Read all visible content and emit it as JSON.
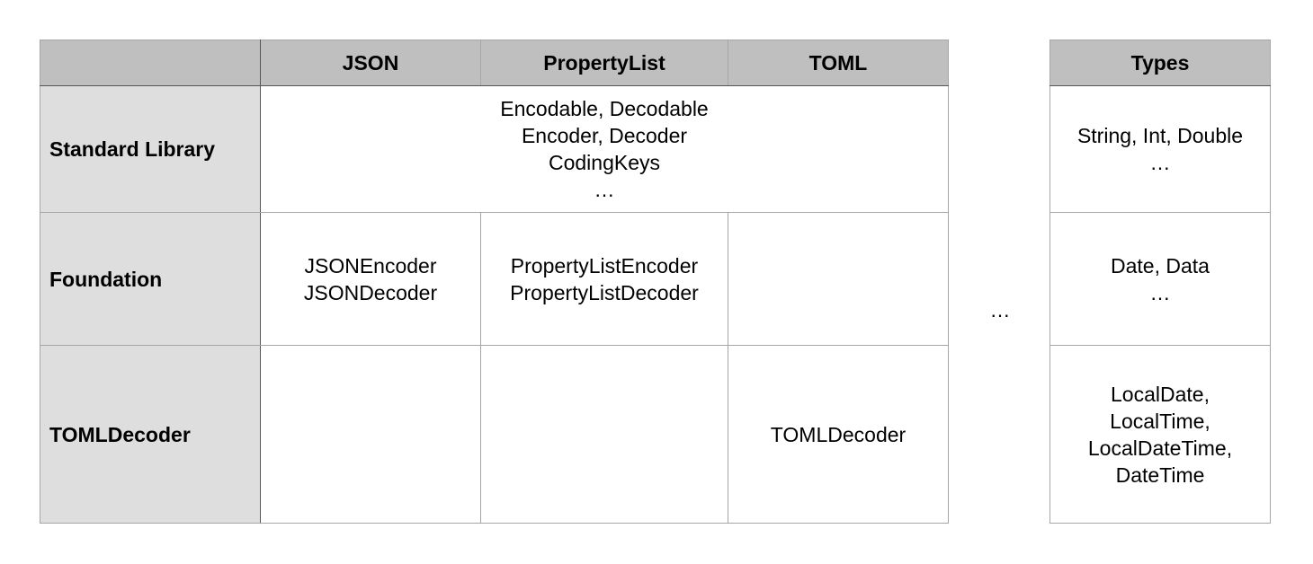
{
  "main_table": {
    "columns": [
      "",
      "JSON",
      "PropertyList",
      "TOML"
    ],
    "rows": [
      {
        "label": "Standard Library",
        "merged": [
          "Encodable, Decodable",
          "Encoder, Decoder",
          "CodingKeys",
          "…"
        ]
      },
      {
        "label": "Foundation",
        "cells": [
          [
            "JSONEncoder",
            "JSONDecoder"
          ],
          [
            "PropertyListEncoder",
            "PropertyListDecoder"
          ],
          []
        ]
      },
      {
        "label": "TOMLDecoder",
        "cells": [
          [],
          [],
          [
            "TOMLDecoder"
          ]
        ]
      }
    ]
  },
  "separator": "…",
  "types_table": {
    "header": "Types",
    "rows": [
      [
        "String, Int, Double",
        "…"
      ],
      [
        "Date, Data",
        "…"
      ],
      [
        "LocalDate,",
        "LocalTime,",
        "LocalDateTime,",
        "DateTime"
      ]
    ]
  }
}
